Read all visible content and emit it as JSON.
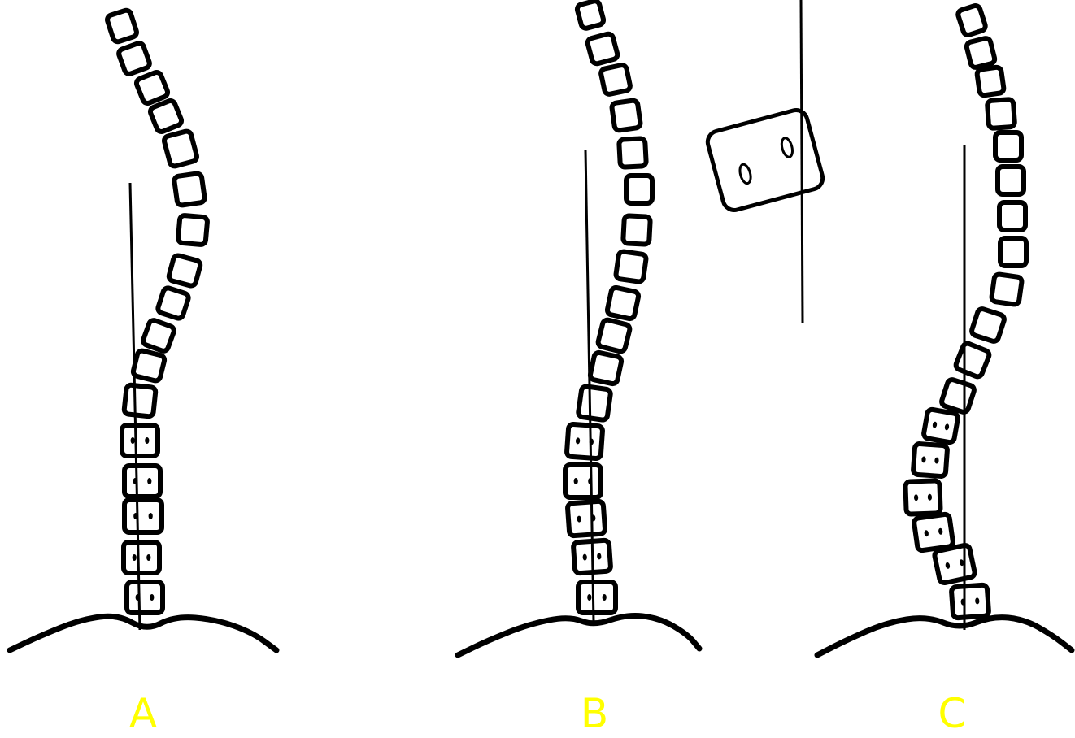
{
  "colors": {
    "ink": "#000000",
    "label": "#ffff00",
    "background": "#ffffff"
  },
  "panels": [
    {
      "id": "A",
      "label": "A"
    },
    {
      "id": "B",
      "label": "B"
    },
    {
      "id": "C",
      "label": "C"
    }
  ]
}
